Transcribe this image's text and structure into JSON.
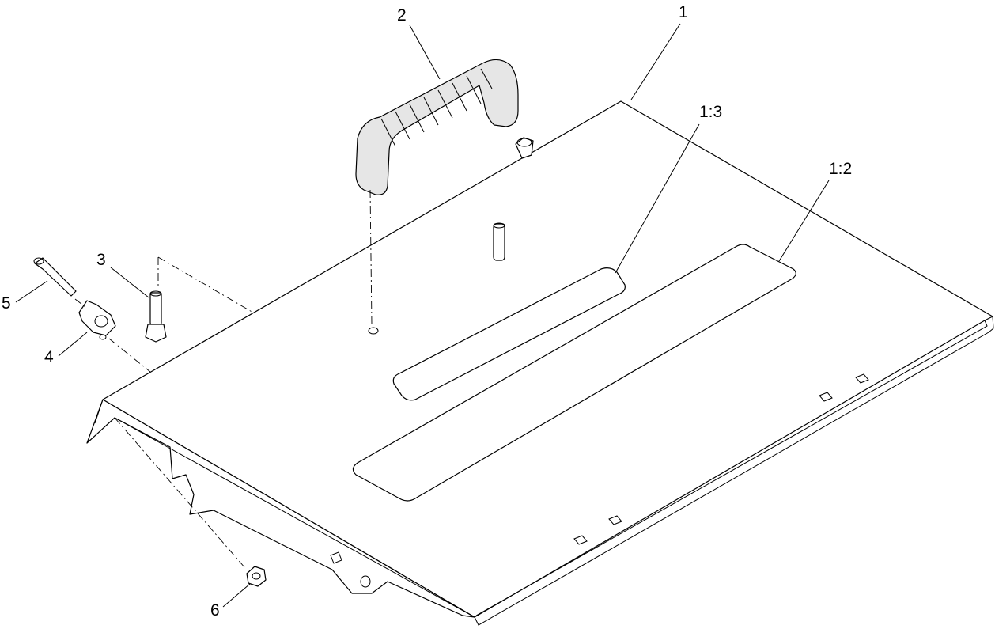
{
  "callouts": {
    "c1": "1",
    "c2": "2",
    "c3": "3",
    "c4": "4",
    "c5": "5",
    "c6": "6",
    "c13": "1:3",
    "c12": "1:2"
  }
}
